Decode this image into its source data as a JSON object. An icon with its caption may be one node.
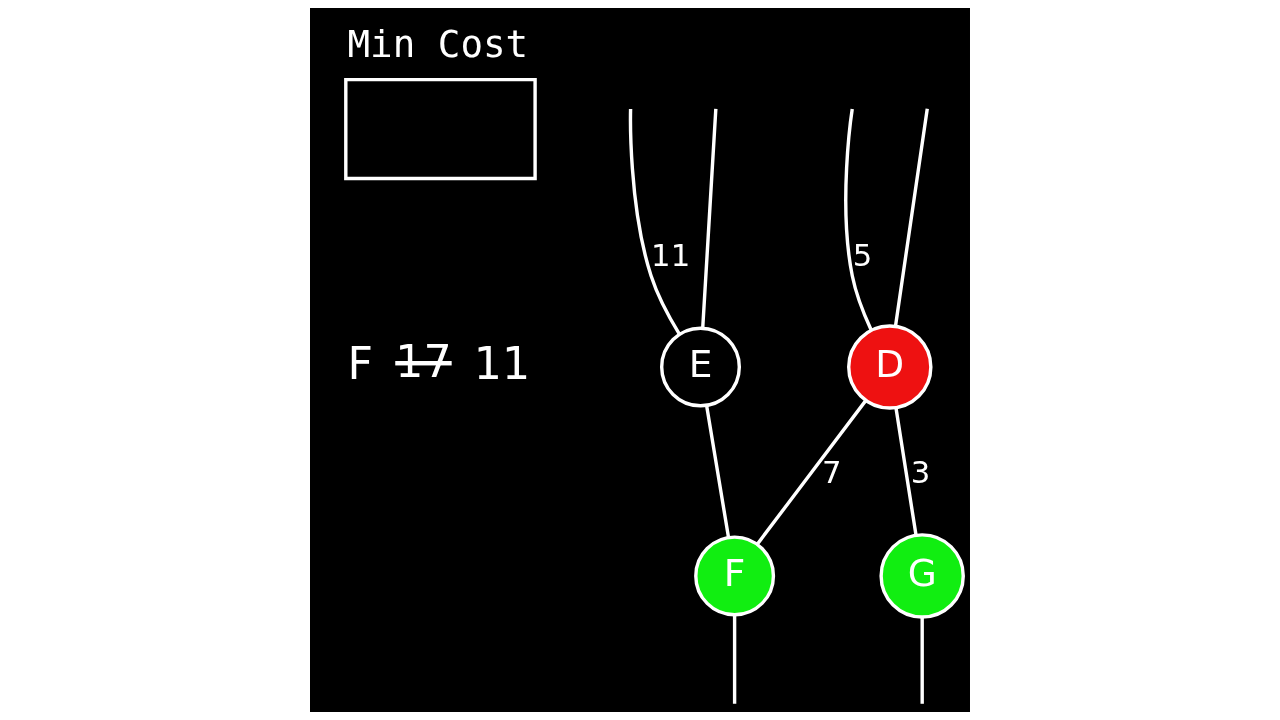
{
  "diagram": {
    "nodes": [
      {
        "text": [
          "Min Cost"
        ]
      },
      {
        "text": [
          "D"
        ]
      },
      {
        "text": [
          "F"
        ]
      },
      {
        "text": [
          "E"
        ]
      },
      {
        "text": [
          "G"
        ]
      }
    ],
    "edges": [
      {
        "from": null,
        "to": 3,
        "arrow": "none",
        "label": "11"
      },
      {
        "from": null,
        "to": 1,
        "arrow": "none",
        "label": "5"
      },
      {
        "from": null,
        "to": 1,
        "arrow": "none"
      },
      {
        "from": 1,
        "to": 2,
        "arrow": "none",
        "label": "7"
      },
      {
        "from": 1,
        "to": 4,
        "arrow": "none",
        "label": "3"
      },
      {
        "from": 3,
        "to": 2,
        "arrow": "none"
      },
      {
        "from": null,
        "to": 3,
        "arrow": "none"
      },
      {
        "from": 2,
        "to": null,
        "arrow": "none"
      },
      {
        "from": 4,
        "to": null,
        "arrow": "none"
      }
    ],
    "labels": [
      "F",
      "17",
      "11"
    ]
  }
}
